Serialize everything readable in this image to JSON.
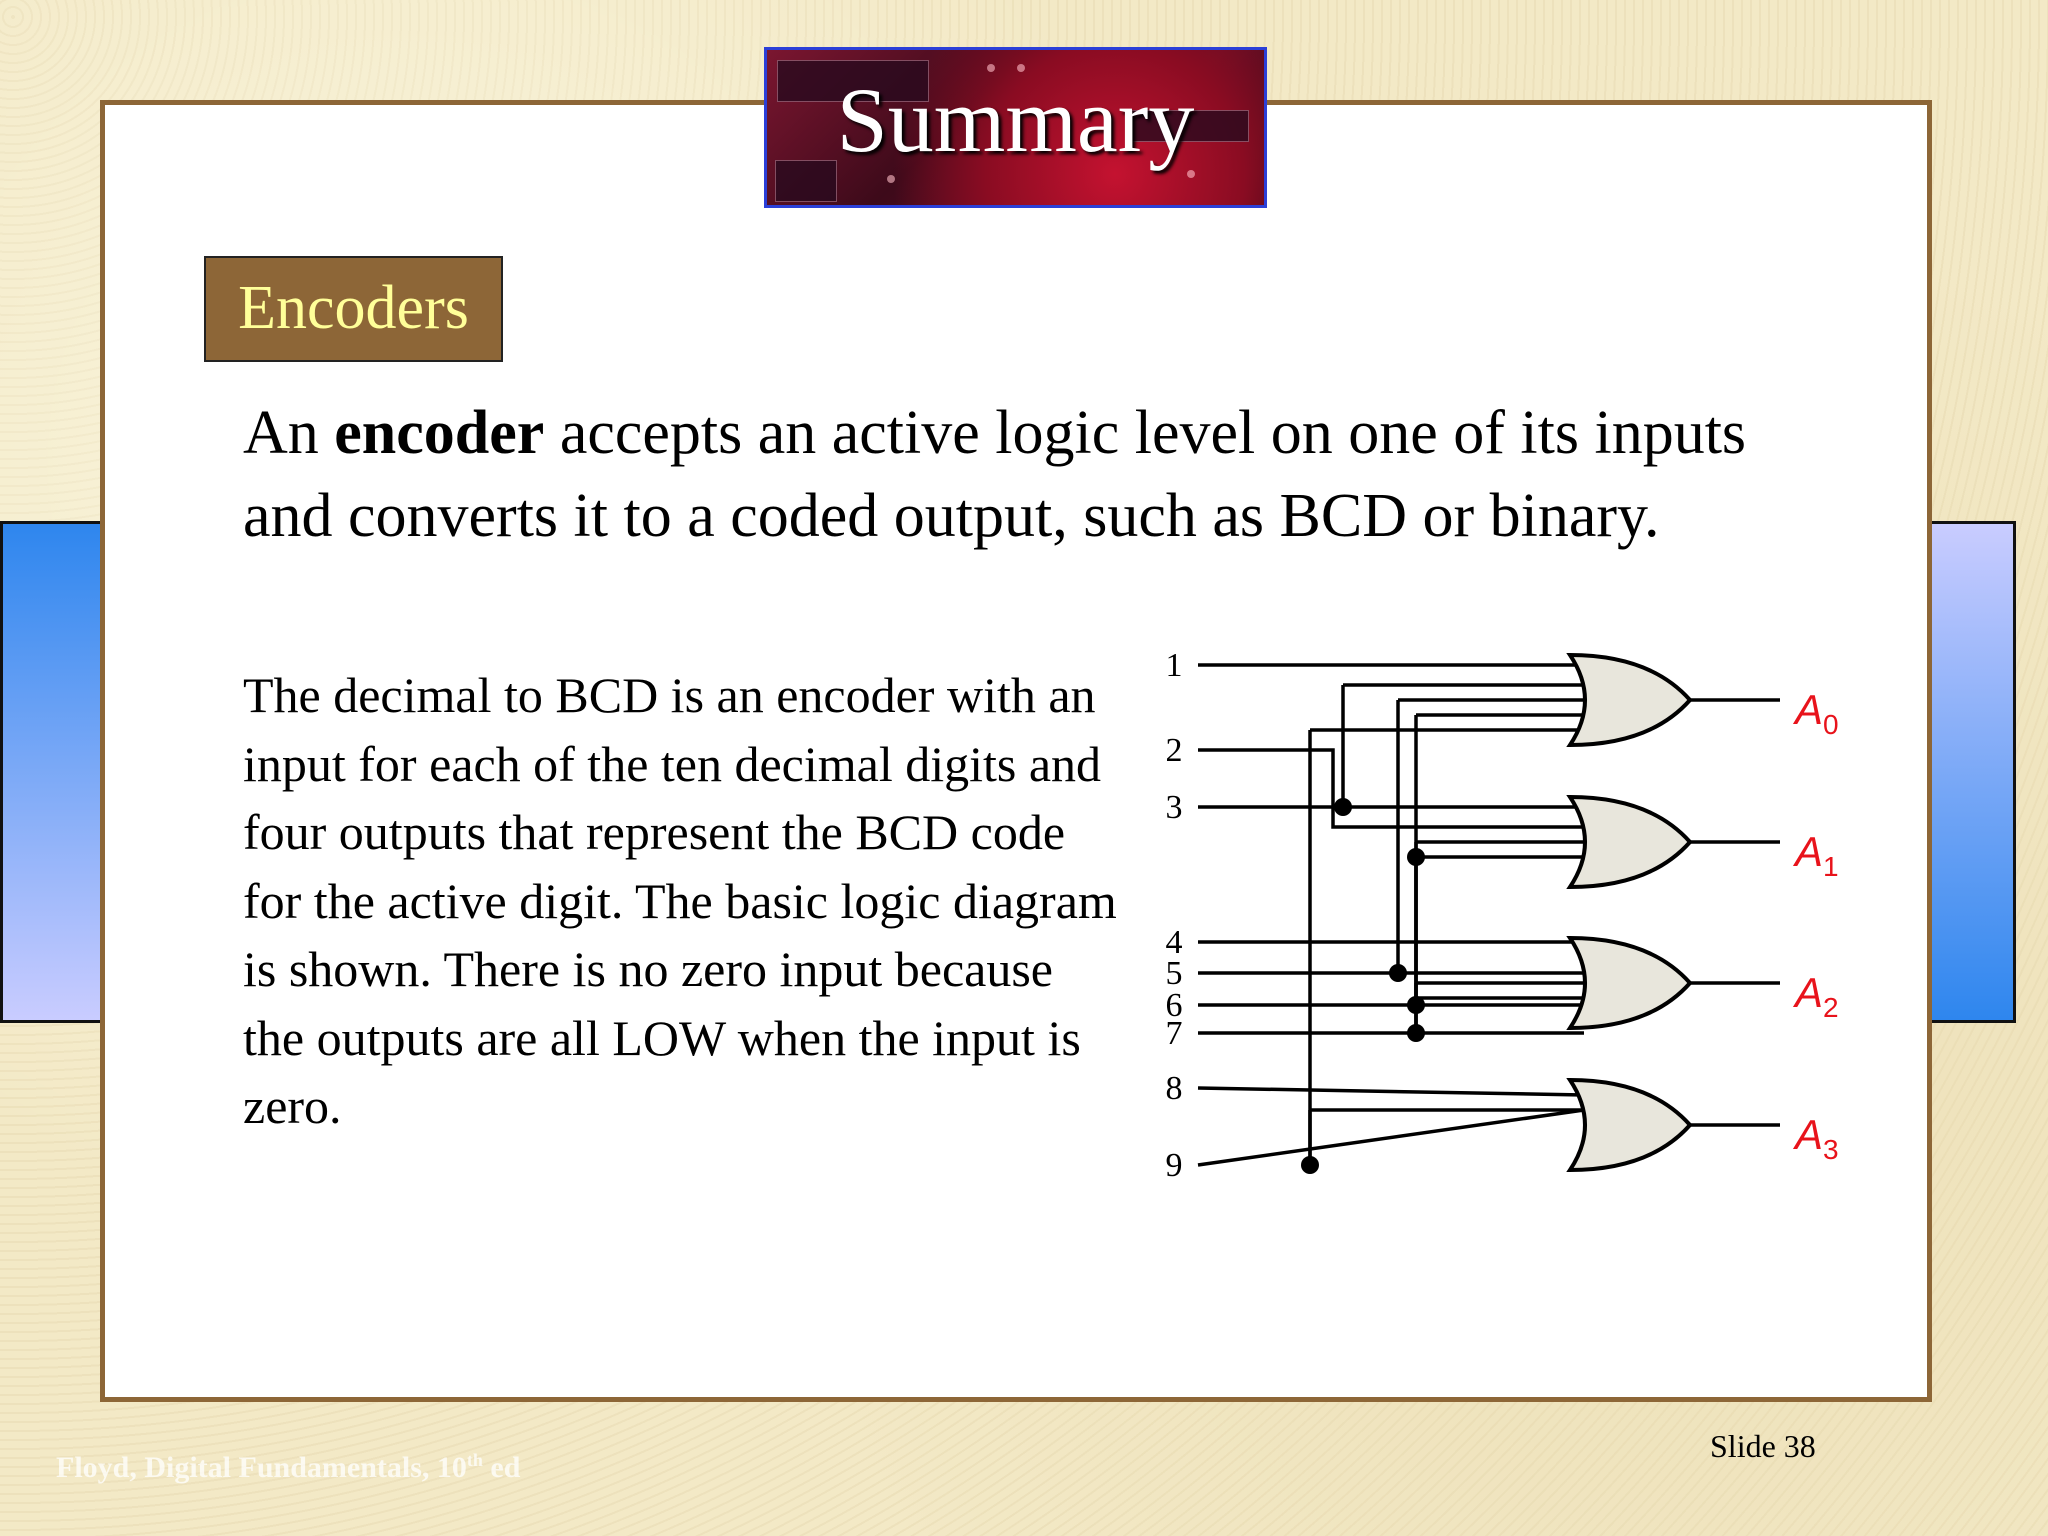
{
  "slide": {
    "title": "Summary",
    "section_tag": "Encoders",
    "intro": {
      "before": "An ",
      "term": "encoder",
      "after": " accepts an active logic level on one of its inputs and converts it to a coded output, such as BCD or binary."
    },
    "body": "The decimal to BCD is an encoder with an input for each of the ten decimal digits and four outputs that represent the BCD code for the active digit. The basic logic diagram is shown. There is no zero input because the outputs are all LOW when the input is zero.",
    "slide_number": "Slide 38",
    "footer": {
      "text": "Floyd, Digital Fundamentals, 10",
      "superscript": "th",
      "suffix": " ed"
    }
  },
  "diagram": {
    "inputs": [
      {
        "label": "1",
        "feeds": [
          0
        ]
      },
      {
        "label": "2",
        "feeds": [
          1
        ]
      },
      {
        "label": "3",
        "feeds": [
          0,
          1
        ]
      },
      {
        "label": "4",
        "feeds": [
          2
        ]
      },
      {
        "label": "5",
        "feeds": [
          0,
          2
        ]
      },
      {
        "label": "6",
        "feeds": [
          1,
          2
        ]
      },
      {
        "label": "7",
        "feeds": [
          0,
          1,
          2
        ]
      },
      {
        "label": "8",
        "feeds": [
          3
        ]
      },
      {
        "label": "9",
        "feeds": [
          0,
          3
        ]
      }
    ],
    "outputs": [
      {
        "letter": "A",
        "subscript": "0"
      },
      {
        "letter": "A",
        "subscript": "1"
      },
      {
        "letter": "A",
        "subscript": "2"
      },
      {
        "letter": "A",
        "subscript": "3"
      }
    ],
    "gate_type": "OR",
    "colors": {
      "wire": "#000000",
      "gate_fill": "#e8e6dc",
      "output_label": "#e8131b"
    }
  }
}
